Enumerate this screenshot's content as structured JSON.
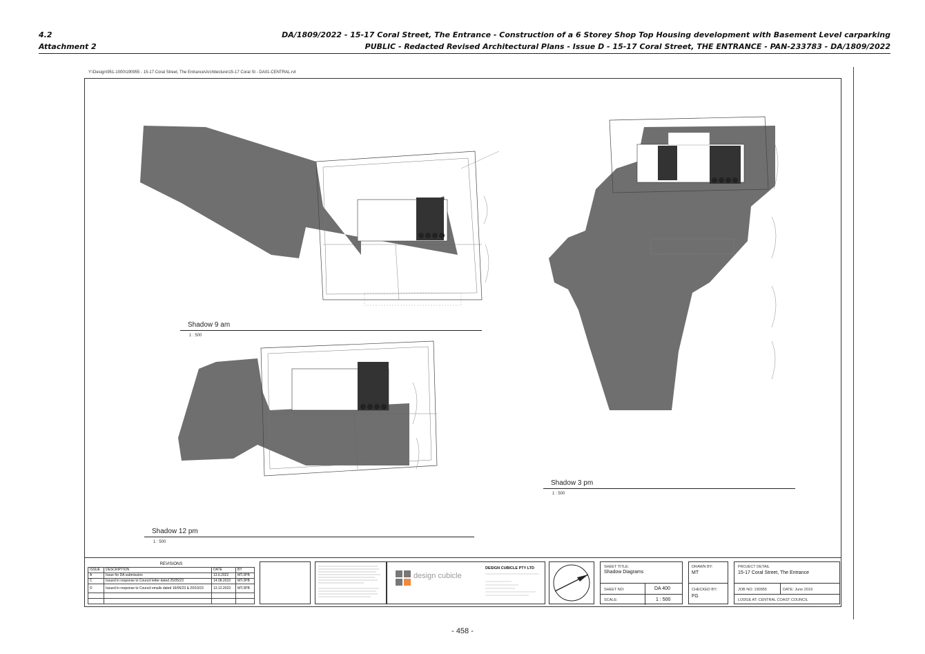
{
  "header": {
    "item_no": "4.2",
    "attachment": "Attachment 2",
    "title_line1": "DA/1809/2022 - 15-17 Coral Street, The Entrance - Construction of a 6 Storey Shop Top Housing development with Basement Level carparking",
    "title_line2": "PUBLIC - Redacted Revised Architectural Plans - Issue D - 15-17 Coral Street, THE ENTRANCE - PAN-233783 - DA/1809/2022"
  },
  "file_path": "Y:\\Design\\951-1000\\190955 - 15-17 Coral Street, The Entrance\\Architecture\\15-17 Coral St - DA01-CENTRAL.rvt",
  "views": [
    {
      "caption": "Shadow 9 am",
      "scale": "1 : 500"
    },
    {
      "caption": "Shadow 12 pm",
      "scale": "1 : 500"
    },
    {
      "caption": "Shadow 3 pm",
      "scale": "1 : 500"
    }
  ],
  "revisions": {
    "title": "REVISIONS",
    "headers": [
      "ISSUE",
      "DESCRIPTION",
      "DATE",
      "BY"
    ],
    "rows": [
      [
        "A",
        "Issue for DA submission",
        "13.6.2022",
        "MT/JPB"
      ],
      [
        "C",
        "Issued in response to Council letter dated 25/05/23",
        "14.08.2023",
        "MT/JPB"
      ],
      [
        "D",
        "Issued in response to Council emails dated 16/06/23 & 20/10/23",
        "13.12.2023",
        "MT/JPB"
      ],
      [
        "",
        "",
        "",
        ""
      ],
      [
        "",
        "",
        "",
        ""
      ]
    ]
  },
  "company": {
    "logo_text": "design cubicle",
    "name": "DESIGN CUBICLE PTY LTD"
  },
  "title_block": {
    "sheet_title_label": "SHEET TITLE:",
    "sheet_title": "Shadow Diagrams",
    "sheet_no_label": "SHEET NO:",
    "sheet_no": "DA 400",
    "scale_label": "SCALE:",
    "scale": "1 : 500",
    "drawn_by_label": "DRAWN BY:",
    "drawn_by": "MT",
    "checked_by_label": "CHECKED BY:",
    "checked_by": "FG",
    "project_detail_label": "PROJECT DETAIL",
    "project_detail": "15-17 Coral Street, The Entrance",
    "job_no": "JOB NO: 190955",
    "date": "DATE: June 2019",
    "lodge_at": "LODGE AT:  CENTRAL COAST COUNCIL"
  },
  "page_number": "- 458 -",
  "colors": {
    "shadow": "#6f6f6f",
    "line": "#333333"
  }
}
